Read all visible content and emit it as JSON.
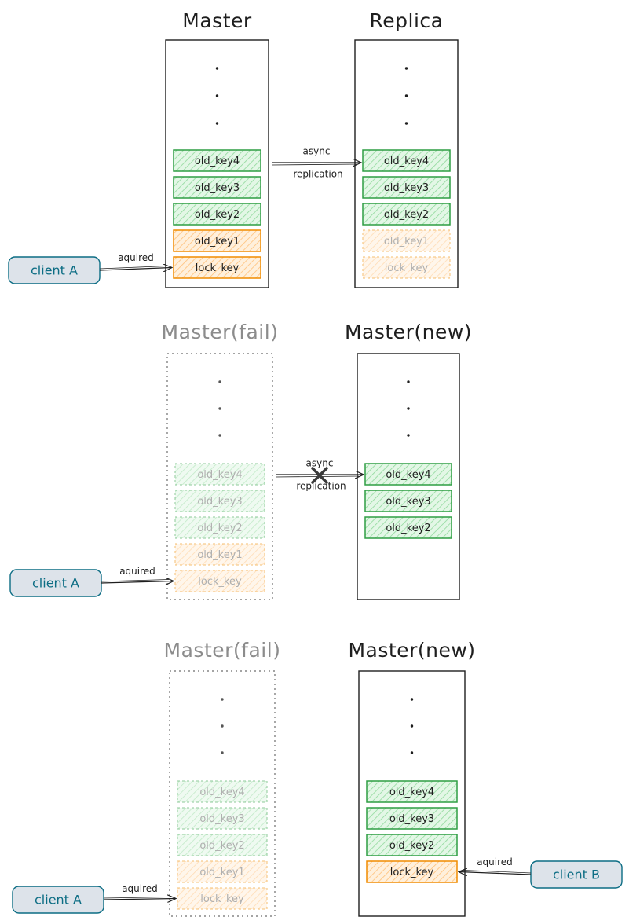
{
  "colors": {
    "green_stroke": "#2f9e44",
    "green_fill": "#b2f2bb",
    "orange_stroke": "#f08c00",
    "orange_fill": "#ffd8a8",
    "client_stroke": "#0c6d84",
    "client_fill": "#dde3ea",
    "active_text": "#1e1e1e",
    "failed_text": "#8c8c8c",
    "failed_x": "#3a3a3a"
  },
  "panels": [
    {
      "id": "panel-1",
      "left": {
        "title": "Master",
        "state": "active",
        "keys": [
          {
            "label": "old_key4",
            "color": "green",
            "state": "solid"
          },
          {
            "label": "old_key3",
            "color": "green",
            "state": "solid"
          },
          {
            "label": "old_key2",
            "color": "green",
            "state": "solid"
          },
          {
            "label": "old_key1",
            "color": "orange",
            "state": "solid"
          },
          {
            "label": "lock_key",
            "color": "orange",
            "state": "solid"
          }
        ]
      },
      "right": {
        "title": "Replica",
        "state": "active",
        "keys": [
          {
            "label": "old_key4",
            "color": "green",
            "state": "solid"
          },
          {
            "label": "old_key3",
            "color": "green",
            "state": "solid"
          },
          {
            "label": "old_key2",
            "color": "green",
            "state": "solid"
          },
          {
            "label": "old_key1",
            "color": "orange",
            "state": "faded"
          },
          {
            "label": "lock_key",
            "color": "orange",
            "state": "faded"
          }
        ]
      },
      "replication": {
        "line1": "async",
        "line2": "replication",
        "failed": false
      },
      "clients": [
        {
          "label": "client A",
          "edge_label": "aquired",
          "side": "left",
          "target": "lock_key"
        }
      ]
    },
    {
      "id": "panel-2",
      "left": {
        "title": "Master(fail)",
        "state": "failed",
        "keys": [
          {
            "label": "old_key4",
            "color": "green",
            "state": "faded"
          },
          {
            "label": "old_key3",
            "color": "green",
            "state": "faded"
          },
          {
            "label": "old_key2",
            "color": "green",
            "state": "faded"
          },
          {
            "label": "old_key1",
            "color": "orange",
            "state": "faded"
          },
          {
            "label": "lock_key",
            "color": "orange",
            "state": "faded"
          }
        ]
      },
      "right": {
        "title": "Master(new)",
        "state": "active",
        "keys": [
          {
            "label": "old_key4",
            "color": "green",
            "state": "solid"
          },
          {
            "label": "old_key3",
            "color": "green",
            "state": "solid"
          },
          {
            "label": "old_key2",
            "color": "green",
            "state": "solid"
          }
        ]
      },
      "replication": {
        "line1": "async",
        "line2": "replication",
        "failed": true
      },
      "clients": [
        {
          "label": "client A",
          "edge_label": "aquired",
          "side": "left",
          "target": "lock_key"
        }
      ]
    },
    {
      "id": "panel-3",
      "left": {
        "title": "Master(fail)",
        "state": "failed",
        "keys": [
          {
            "label": "old_key4",
            "color": "green",
            "state": "faded"
          },
          {
            "label": "old_key3",
            "color": "green",
            "state": "faded"
          },
          {
            "label": "old_key2",
            "color": "green",
            "state": "faded"
          },
          {
            "label": "old_key1",
            "color": "orange",
            "state": "faded"
          },
          {
            "label": "lock_key",
            "color": "orange",
            "state": "faded"
          }
        ]
      },
      "right": {
        "title": "Master(new)",
        "state": "active",
        "keys": [
          {
            "label": "old_key4",
            "color": "green",
            "state": "solid"
          },
          {
            "label": "old_key3",
            "color": "green",
            "state": "solid"
          },
          {
            "label": "old_key2",
            "color": "green",
            "state": "solid"
          },
          {
            "label": "lock_key",
            "color": "orange",
            "state": "solid"
          }
        ]
      },
      "replication": null,
      "clients": [
        {
          "label": "client A",
          "edge_label": "aquired",
          "side": "left",
          "target": "lock_key"
        },
        {
          "label": "client B",
          "edge_label": "aquired",
          "side": "right",
          "target": "lock_key"
        }
      ]
    }
  ]
}
